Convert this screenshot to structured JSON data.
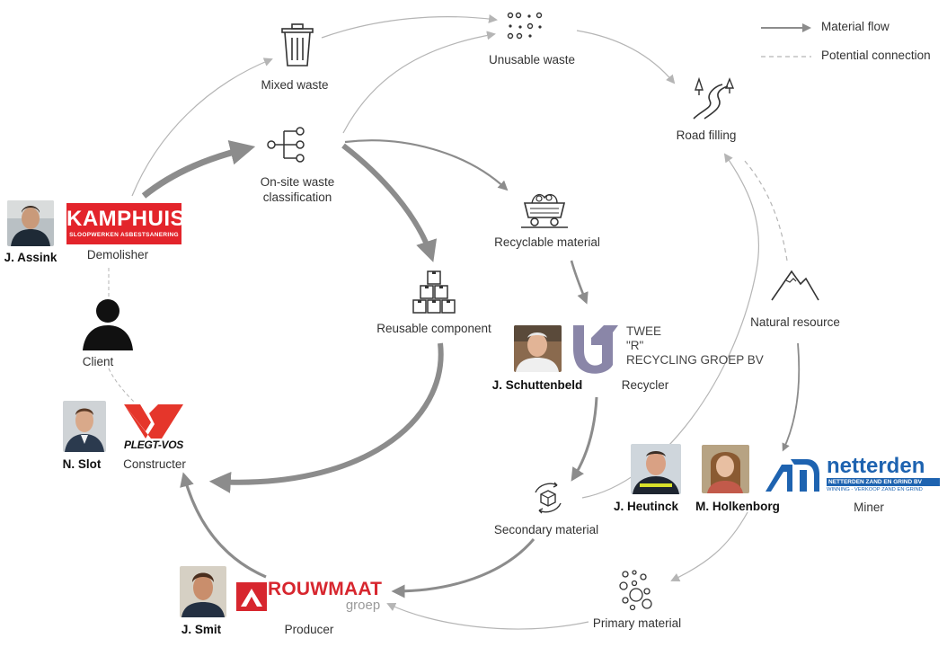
{
  "legend": {
    "material_flow": "Material flow",
    "potential_connection": "Potential connection"
  },
  "nodes": {
    "mixed_waste": "Mixed waste",
    "unusable_waste": "Unusable waste",
    "road_filling": "Road filling",
    "onsite_line1": "On-site waste",
    "onsite_line2": "classification",
    "recyclable": "Recyclable material",
    "reusable": "Reusable component",
    "natural": "Natural resource",
    "secondary": "Secondary material",
    "primary": "Primary material"
  },
  "actors": {
    "demolisher": {
      "person": "J. Assink",
      "role": "Demolisher",
      "logo_text": "KAMPHUIS",
      "logo_sub": "SLOOPWERKEN ASBESTSANERING"
    },
    "client": {
      "role": "Client"
    },
    "constructer": {
      "person": "N. Slot",
      "role": "Constructer",
      "logo_text": "PLEGT-VOS"
    },
    "recycler": {
      "person": "J. Schuttenbeld",
      "role": "Recycler",
      "logo_line1": "TWEE",
      "logo_line2": "\"R\"",
      "logo_line3": "RECYCLING GROEP BV"
    },
    "miner": {
      "person1": "J. Heutinck",
      "person2": "M. Holkenborg",
      "role": "Miner",
      "logo_text": "netterden",
      "logo_sub1": "NETTERDEN ZAND EN GRIND BV",
      "logo_sub2": "WINNING - VERKOOP ZAND EN GRIND"
    },
    "producer": {
      "person": "J. Smit",
      "role": "Producer",
      "logo_text": "ROUWMAAT",
      "logo_sub": "groep"
    }
  },
  "colors": {
    "arrow": "#8c8c8c",
    "thin_line": "#b5b5b5",
    "kamphuis_red": "#e3242b",
    "plegtvos_red": "#e5362b",
    "twee_r_purple": "#8a86a8",
    "netterden_blue": "#1e63b0",
    "rouwmaat_red": "#d7262e"
  }
}
